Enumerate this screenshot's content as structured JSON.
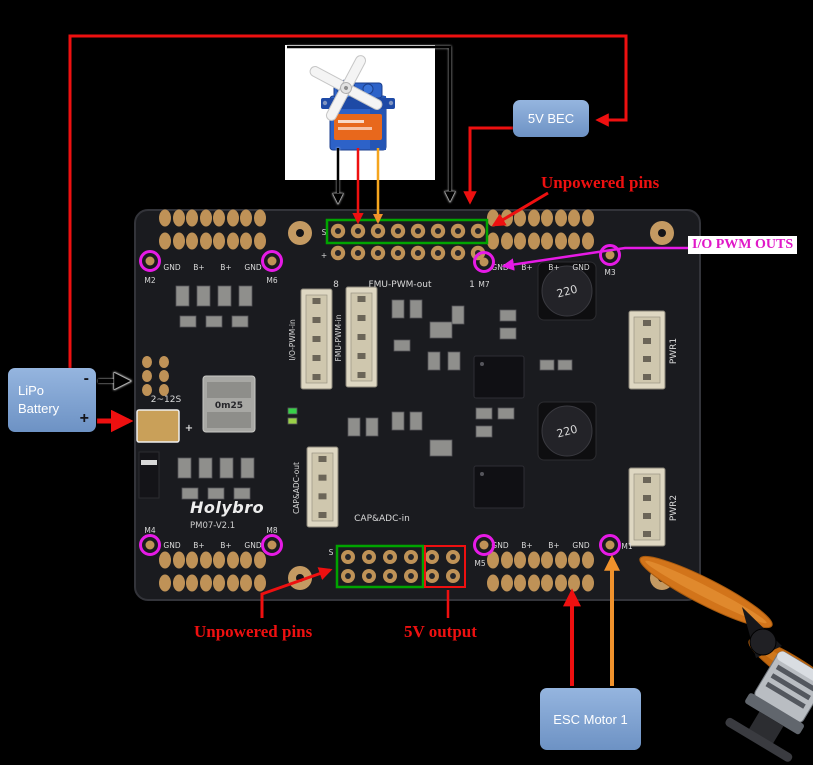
{
  "diagram": {
    "bec_label": "5V BEC",
    "lipo": {
      "line1": "LiPo",
      "line2": "Battery",
      "minus": "-",
      "plus": "+"
    },
    "esc_label": "ESC Motor 1",
    "unpowered_pins_top": "Unpowered pins",
    "unpowered_pins_bottom": "Unpowered pins",
    "io_pwm_outs": "I/O PWM OUTS",
    "five_v_output": "5V output"
  },
  "board": {
    "brand": "Holybro",
    "model": "PM07-V2.1",
    "headers": {
      "fmu_pwm_out": "FMU-PWM-out",
      "cap_adc_in": "CAP&ADC-in",
      "cap_adc_out": "CAP&ADC-out",
      "io_pwm_in": "I/O-PWM-in",
      "fmu_pwm_in": "FMU-PWM-in",
      "pwr1": "PWR1",
      "pwr2": "PWR2",
      "pin_8": "8",
      "pin_1": "1",
      "s_marker": "S"
    },
    "markings": {
      "battery_range": "2~12S",
      "shunt": "0m25",
      "inductor_1": "220",
      "inductor_2": "220",
      "plus": "+"
    },
    "motor_pins": {
      "m1": "M1",
      "m2": "M2",
      "m3": "M3",
      "m4": "M4",
      "m5": "M5",
      "m6": "M6",
      "m7": "M7",
      "m8": "M8"
    },
    "pad_labels": {
      "gnd": "GND",
      "bplus": "B+"
    }
  }
}
